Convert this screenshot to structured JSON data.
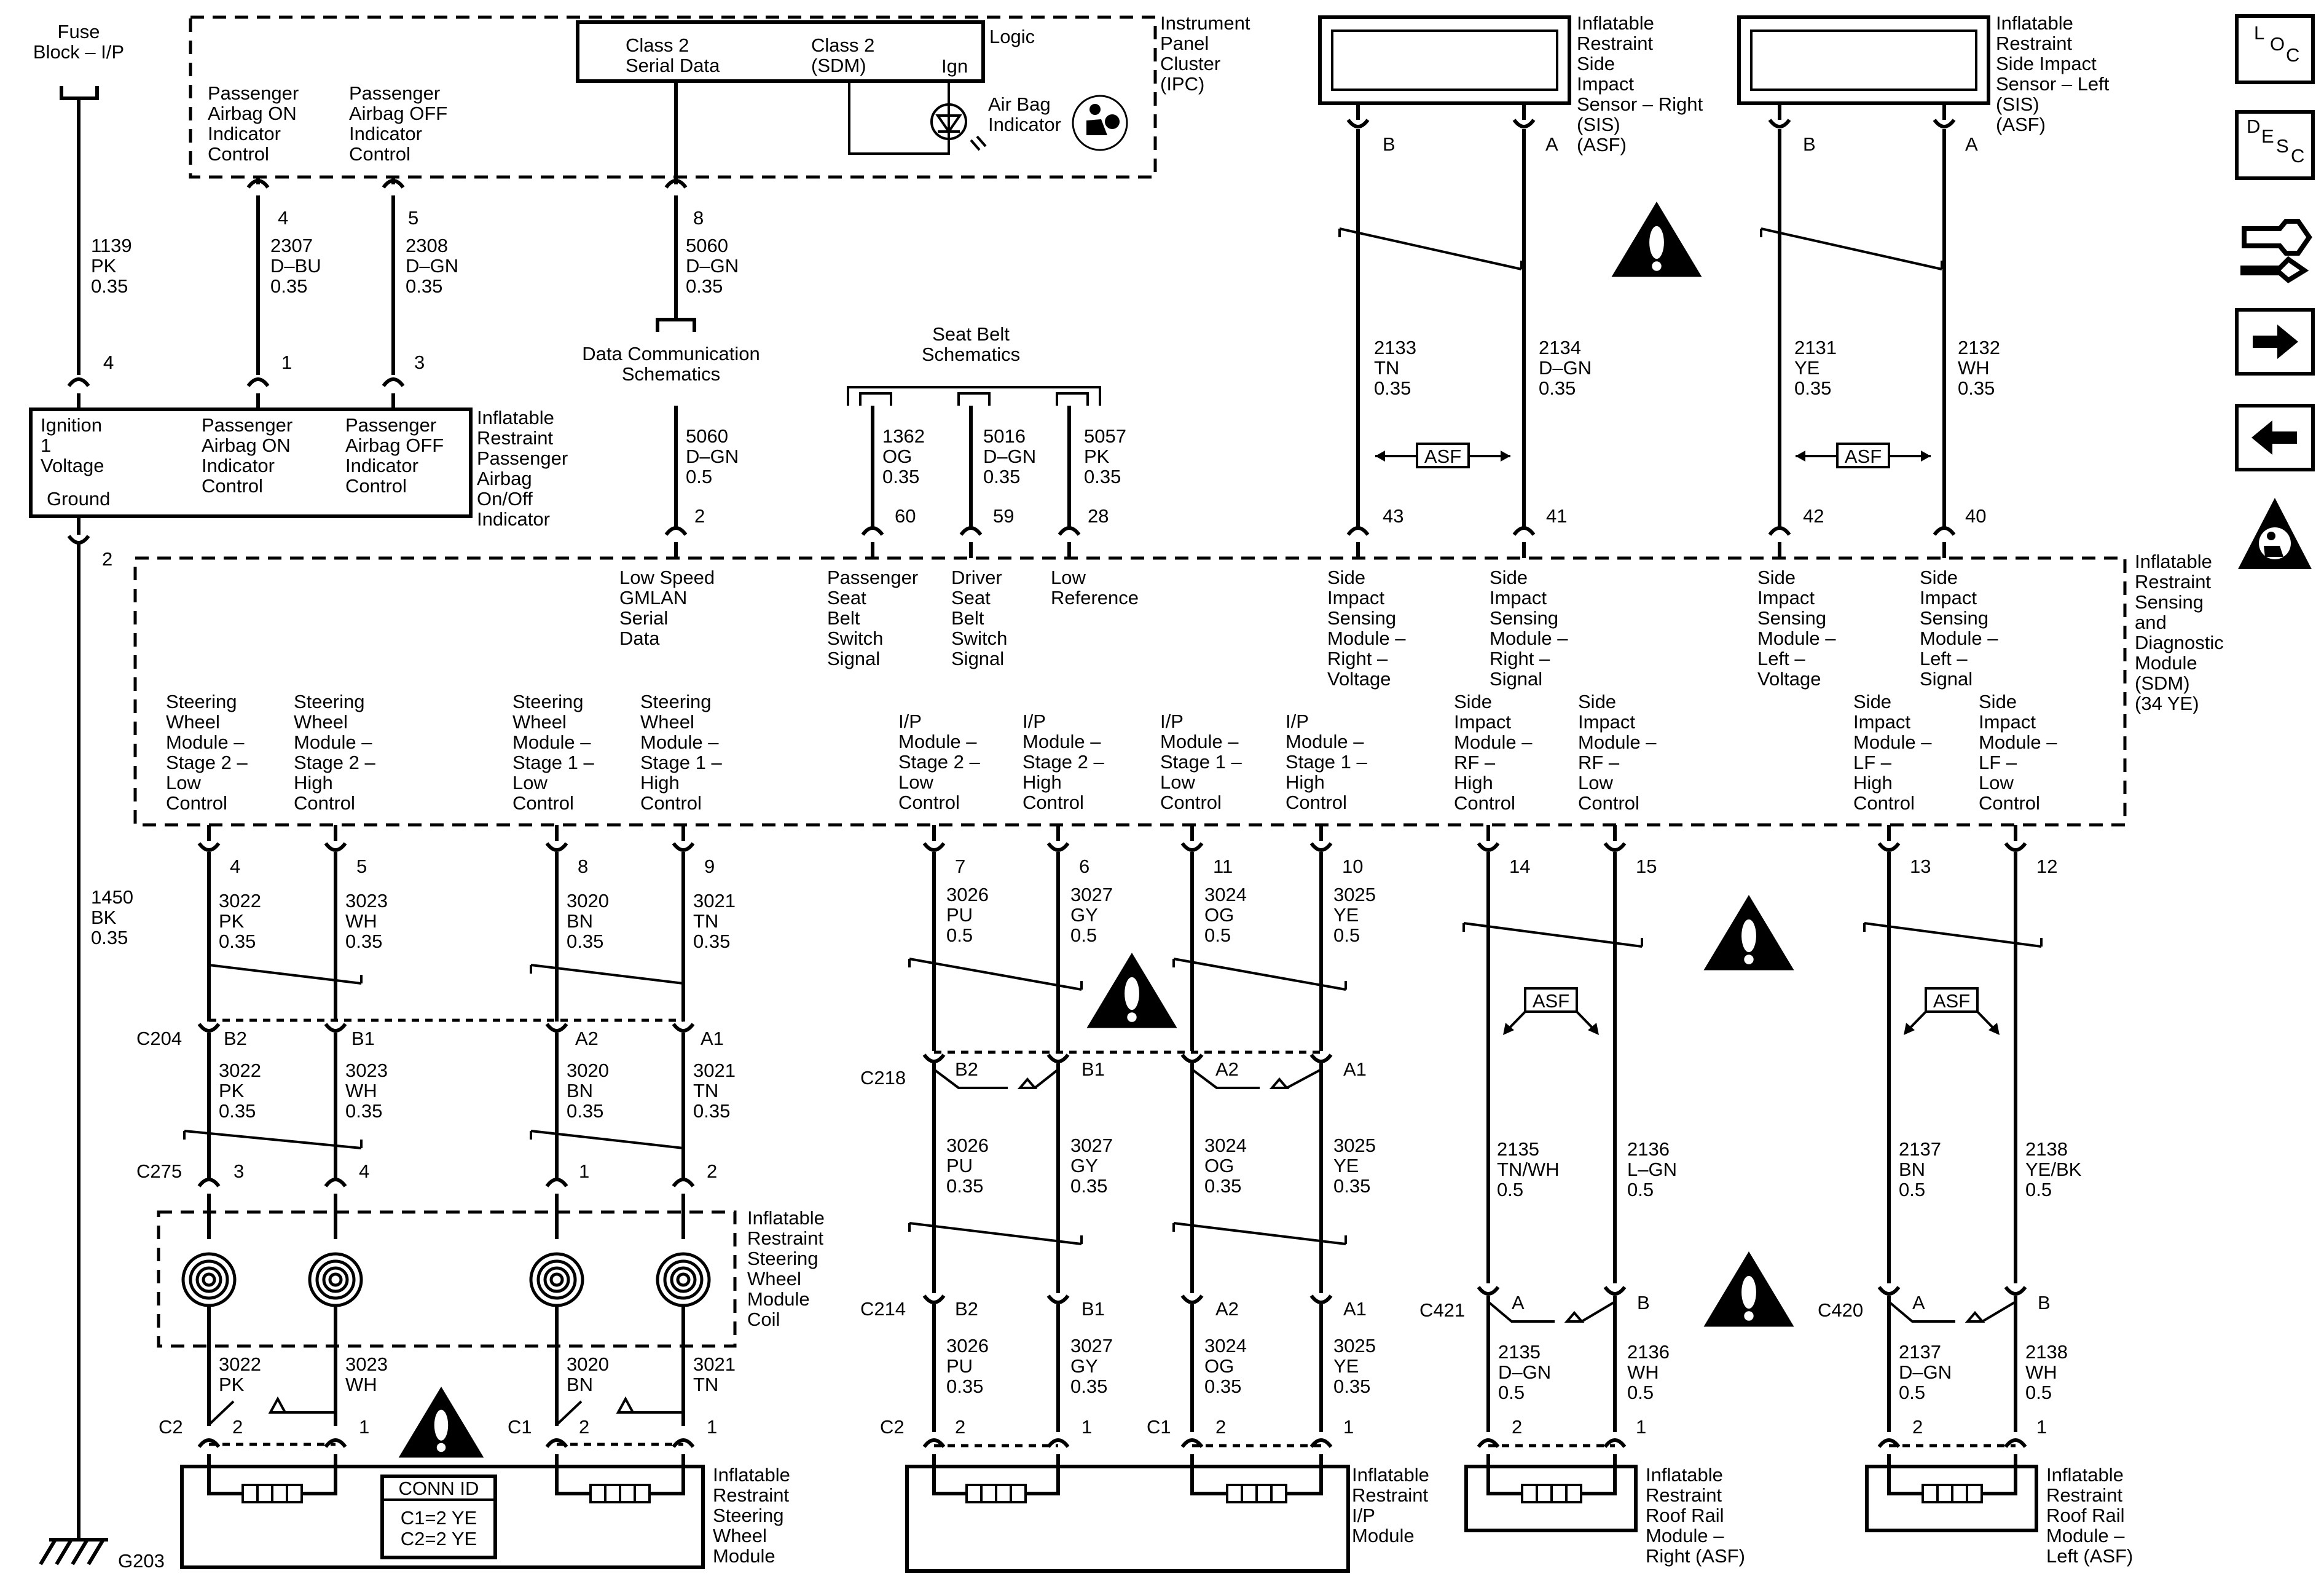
{
  "nav": [
    {
      "id": "loc",
      "icon": "location-icon",
      "chars": [
        "L",
        "O",
        "C"
      ]
    },
    {
      "id": "desc",
      "icon": "description-icon",
      "chars": [
        "D",
        "E",
        "S",
        "C"
      ]
    },
    {
      "id": "tools",
      "icon": "tools-icon"
    },
    {
      "id": "next",
      "icon": "arrow-right-icon"
    },
    {
      "id": "prev",
      "icon": "arrow-left-icon"
    },
    {
      "id": "airbag",
      "icon": "airbag-warning-icon"
    }
  ],
  "labels": {
    "fuse": [
      "Fuse",
      "Block – I/P"
    ],
    "ipc_pass_on": [
      "Passenger",
      "Airbag ON",
      "Indicator",
      "Control"
    ],
    "ipc_pass_off": [
      "Passenger",
      "Airbag OFF",
      "Indicator",
      "Control"
    ],
    "ipc_class2": [
      "Class 2",
      "Serial Data"
    ],
    "ipc_sdm": [
      "Class 2",
      "(SDM)"
    ],
    "ipc_logic": "Logic",
    "ipc_ign": "Ign",
    "ipc_airbag_ind": [
      "Air Bag",
      "Indicator"
    ],
    "ipc_title": [
      "Instrument",
      "Panel",
      "Cluster",
      "(IPC)"
    ],
    "sis_right_title": [
      "Inflatable",
      "Restraint",
      "Side",
      "Impact",
      "Sensor – Right",
      "(SIS)",
      "(ASF)"
    ],
    "sis_left_title": [
      "Inflatable",
      "Restraint",
      "Side Impact",
      "Sensor – Left",
      "(SIS)",
      "(ASF)"
    ],
    "dc_sch": [
      "Data Communication",
      "Schematics"
    ],
    "sb_sch": [
      "Seat Belt",
      "Schematics"
    ],
    "ppai_ign": [
      "Ignition",
      "1",
      "Voltage"
    ],
    "ppai_ground": "Ground",
    "ppai_on": [
      "Passenger",
      "Airbag ON",
      "Indicator",
      "Control"
    ],
    "ppai_off": [
      "Passenger",
      "Airbag OFF",
      "Indicator",
      "Control"
    ],
    "ppai_title": [
      "Inflatable",
      "Restraint",
      "Passenger",
      "Airbag",
      "On/Off",
      "Indicator"
    ],
    "sdm_lsgmlan": [
      "Low Speed",
      "GMLAN",
      "Serial",
      "Data"
    ],
    "sdm_pass_sb": [
      "Passenger",
      "Seat",
      "Belt",
      "Switch",
      "Signal"
    ],
    "sdm_drv_sb": [
      "Driver",
      "Seat",
      "Belt",
      "Switch",
      "Signal"
    ],
    "sdm_low_ref": [
      "Low",
      "Reference"
    ],
    "sdm_sis_r_v": [
      "Side",
      "Impact",
      "Sensing",
      "Module –",
      "Right –",
      "Voltage"
    ],
    "sdm_sis_r_s": [
      "Side",
      "Impact",
      "Sensing",
      "Module –",
      "Right –",
      "Signal"
    ],
    "sdm_sis_l_v": [
      "Side",
      "Impact",
      "Sensing",
      "Module –",
      "Left –",
      "Voltage"
    ],
    "sdm_sis_l_s": [
      "Side",
      "Impact",
      "Sensing",
      "Module –",
      "Left –",
      "Signal"
    ],
    "sdm_title": [
      "Inflatable",
      "Restraint",
      "Sensing",
      "and",
      "Diagnostic",
      "Module",
      "(SDM)",
      "(34 YE)"
    ],
    "sdm_sw2l": [
      "Steering",
      "Wheel",
      "Module –",
      "Stage 2 –",
      "Low",
      "Control"
    ],
    "sdm_sw2h": [
      "Steering",
      "Wheel",
      "Module –",
      "Stage 2 –",
      "High",
      "Control"
    ],
    "sdm_sw1l": [
      "Steering",
      "Wheel",
      "Module –",
      "Stage 1 –",
      "Low",
      "Control"
    ],
    "sdm_sw1h": [
      "Steering",
      "Wheel",
      "Module –",
      "Stage 1 –",
      "High",
      "Control"
    ],
    "sdm_ip2l": [
      "I/P",
      "Module –",
      "Stage 2 –",
      "Low",
      "Control"
    ],
    "sdm_ip2h": [
      "I/P",
      "Module –",
      "Stage 2 –",
      "High",
      "Control"
    ],
    "sdm_ip1l": [
      "I/P",
      "Module –",
      "Stage 1 –",
      "Low",
      "Control"
    ],
    "sdm_ip1h": [
      "I/P",
      "Module –",
      "Stage 1 –",
      "High",
      "Control"
    ],
    "sdm_rfh": [
      "Side",
      "Impact",
      "Module –",
      "RF –",
      "High",
      "Control"
    ],
    "sdm_rfl": [
      "Side",
      "Impact",
      "Module –",
      "RF –",
      "Low",
      "Control"
    ],
    "sdm_lfh": [
      "Side",
      "Impact",
      "Module –",
      "LF –",
      "High",
      "Control"
    ],
    "sdm_lfl": [
      "Side",
      "Impact",
      "Module –",
      "LF –",
      "Low",
      "Control"
    ],
    "coil_title": [
      "Inflatable",
      "Restraint",
      "Steering",
      "Wheel",
      "Module",
      "Coil"
    ],
    "swm_title": [
      "Inflatable",
      "Restraint",
      "Steering",
      "Wheel",
      "Module"
    ],
    "ipm_title": [
      "Inflatable",
      "Restraint",
      "I/P",
      "Module"
    ],
    "rrr_title": [
      "Inflatable",
      "Restraint",
      "Roof Rail",
      "Module –",
      "Right (ASF)"
    ],
    "rrl_title": [
      "Inflatable",
      "Restraint",
      "Roof Rail",
      "Module –",
      "Left (ASF)"
    ],
    "conn_id": "CONN ID",
    "conn_c1": "C1=2 YE",
    "conn_c2": "C2=2 YE",
    "asf": "ASF"
  },
  "wires": {
    "w1139": [
      "1139",
      "PK",
      "0.35"
    ],
    "w2307": [
      "2307",
      "D–BU",
      "0.35"
    ],
    "w2308": [
      "2308",
      "D–GN",
      "0.35"
    ],
    "w5060a": [
      "5060",
      "D–GN",
      "0.35"
    ],
    "w5060b": [
      "5060",
      "D–GN",
      "0.5"
    ],
    "w1362": [
      "1362",
      "OG",
      "0.35"
    ],
    "w5016": [
      "5016",
      "D–GN",
      "0.35"
    ],
    "w5057": [
      "5057",
      "PK",
      "0.35"
    ],
    "w2133": [
      "2133",
      "TN",
      "0.35"
    ],
    "w2134": [
      "2134",
      "D–GN",
      "0.35"
    ],
    "w2131": [
      "2131",
      "YE",
      "0.35"
    ],
    "w2132": [
      "2132",
      "WH",
      "0.35"
    ],
    "w1450": [
      "1450",
      "BK",
      "0.35"
    ],
    "w3022": [
      "3022",
      "PK",
      "0.35"
    ],
    "w3023": [
      "3023",
      "WH",
      "0.35"
    ],
    "w3020": [
      "3020",
      "BN",
      "0.35"
    ],
    "w3021": [
      "3021",
      "TN",
      "0.35"
    ],
    "w3026a": [
      "3026",
      "PU",
      "0.5"
    ],
    "w3027a": [
      "3027",
      "GY",
      "0.5"
    ],
    "w3024a": [
      "3024",
      "OG",
      "0.5"
    ],
    "w3025a": [
      "3025",
      "YE",
      "0.5"
    ],
    "w3026": [
      "3026",
      "PU",
      "0.35"
    ],
    "w3027": [
      "3027",
      "GY",
      "0.35"
    ],
    "w3024": [
      "3024",
      "OG",
      "0.35"
    ],
    "w3025": [
      "3025",
      "YE",
      "0.35"
    ],
    "w2135": [
      "2135",
      "TN/WH",
      "0.5"
    ],
    "w2136": [
      "2136",
      "L–GN",
      "0.5"
    ],
    "w2137": [
      "2137",
      "BN",
      "0.5"
    ],
    "w2138": [
      "2138",
      "YE/BK",
      "0.5"
    ],
    "w2135b": [
      "2135",
      "D–GN",
      "0.5"
    ],
    "w2136b": [
      "2136",
      "WH",
      "0.5"
    ],
    "w2137b": [
      "2137",
      "D–GN",
      "0.5"
    ],
    "w2138b": [
      "2138",
      "WH",
      "0.5"
    ],
    "w3022b": [
      "3022",
      "PK"
    ],
    "w3023b": [
      "3023",
      "WH"
    ],
    "w3020b": [
      "3020",
      "BN"
    ],
    "w3021b": [
      "3021",
      "TN"
    ]
  },
  "pins": {
    "ipc4": "4",
    "ipc5": "5",
    "ipc8": "8",
    "pp4": "4",
    "pp1": "1",
    "pp3": "3",
    "pp2": "2",
    "sdm2": "2",
    "sdm60": "60",
    "sdm59": "59",
    "sdm28": "28",
    "sdm43": "43",
    "sdm41": "41",
    "sdm42": "42",
    "sdm40": "40",
    "sisrB": "B",
    "sisrA": "A",
    "sislB": "B",
    "sislA": "A",
    "s4": "4",
    "s5": "5",
    "s8": "8",
    "s9": "9",
    "s7": "7",
    "s6": "6",
    "s11": "11",
    "s10": "10",
    "s14": "14",
    "s15": "15",
    "s13": "13",
    "s12": "12",
    "c204b2": "B2",
    "c204b1": "B1",
    "c204a2": "A2",
    "c204a1": "A1",
    "c275_3": "3",
    "c275_4": "4",
    "c275_1": "1",
    "c275_2": "2",
    "c218b2": "B2",
    "c218b1": "B1",
    "c218a2": "A2",
    "c218a1": "A1",
    "c214b2": "B2",
    "c214b1": "B1",
    "c214a2": "A2",
    "c214a1": "A1",
    "c421a": "A",
    "c421b": "B",
    "c420a": "A",
    "c420b": "B",
    "swc2_2": "2",
    "swc2_1": "1",
    "swc1_2": "2",
    "swc1_1": "1",
    "ipc2_2": "2",
    "ipc2_1": "1",
    "ipc1_2": "2",
    "ipc1_1": "1",
    "rrr2": "2",
    "rrr1": "1",
    "rrl2": "2",
    "rrl1": "1"
  },
  "connectors": {
    "c204": "C204",
    "c275": "C275",
    "c218": "C218",
    "c214": "C214",
    "c421": "C421",
    "c420": "C420",
    "sw_c2": "C2",
    "sw_c1": "C1",
    "ip_c2": "C2",
    "ip_c1": "C1",
    "g203": "G203"
  }
}
